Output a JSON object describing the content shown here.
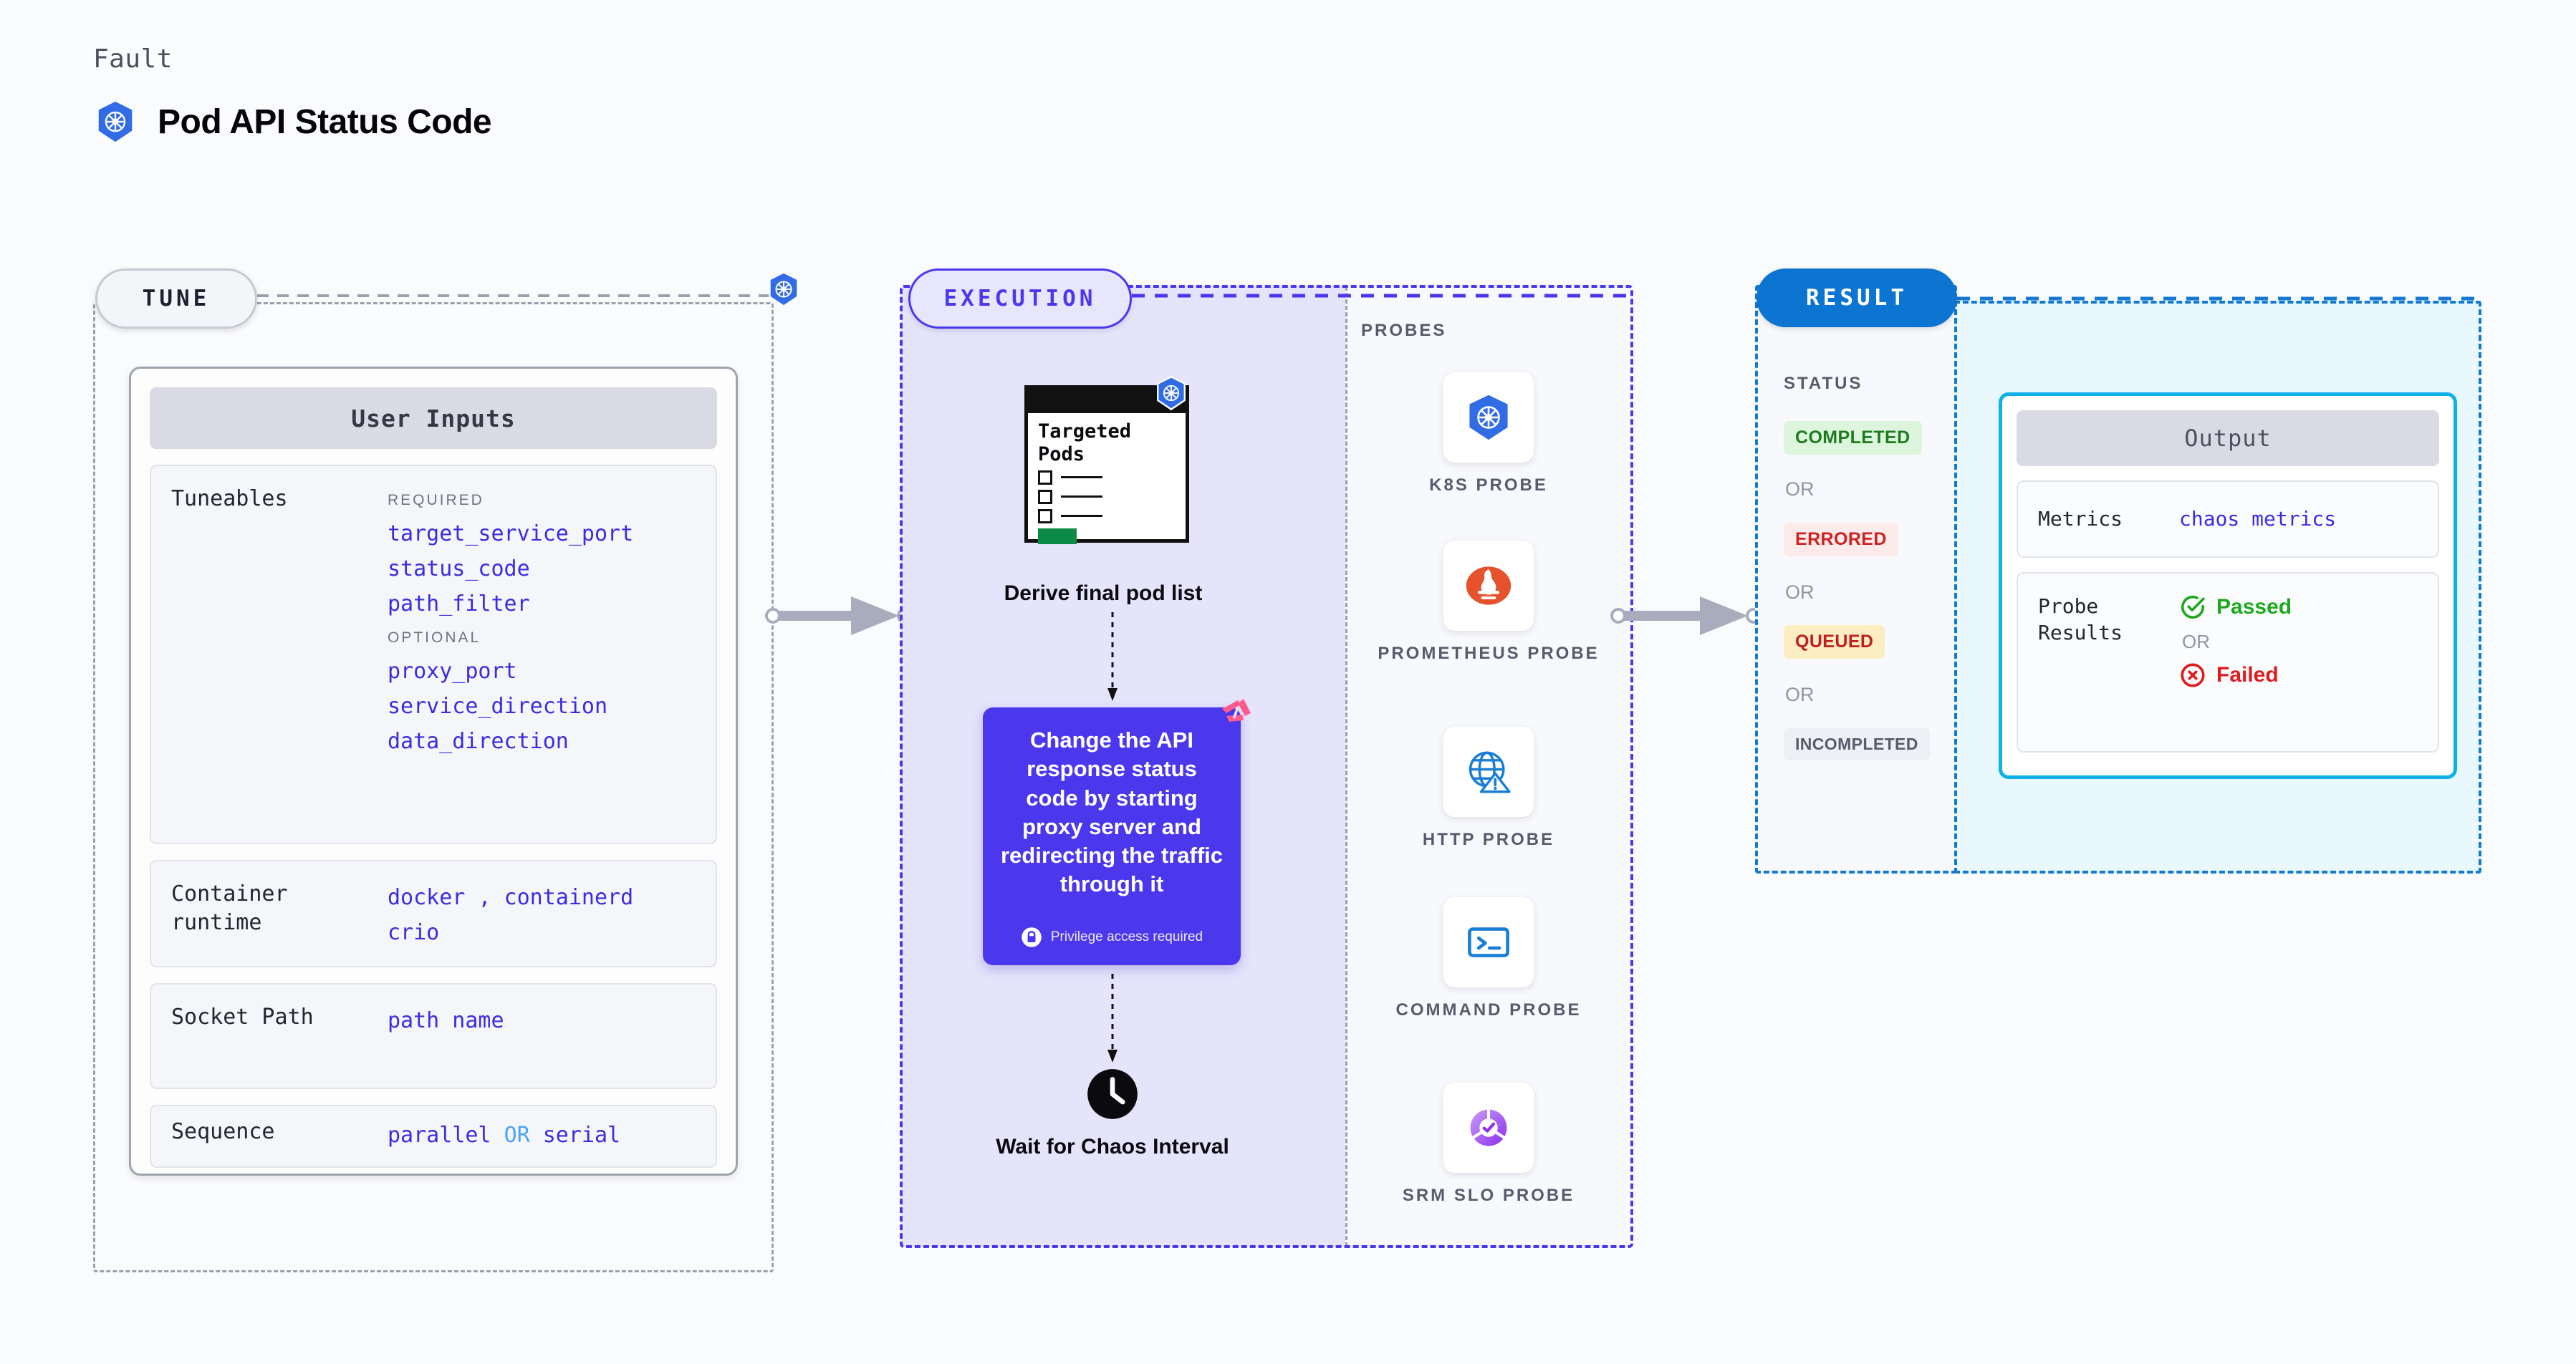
{
  "header": {
    "kicker": "Fault",
    "title": "Pod API Status Code",
    "logo_icon": "kubernetes-icon"
  },
  "tune": {
    "pill_label": "TUNE",
    "card_title": "User Inputs",
    "rows": [
      {
        "label": "Tuneables",
        "groups": [
          {
            "heading": "REQUIRED",
            "items": [
              "target_service_port",
              "status_code",
              "path_filter"
            ]
          },
          {
            "heading": "OPTIONAL",
            "items": [
              "proxy_port",
              "service_direction",
              "data_direction"
            ]
          }
        ]
      },
      {
        "label": "Container\nruntime",
        "values_line1": "docker",
        "separator": ",",
        "values_line1b": "containerd",
        "values_line2": "crio"
      },
      {
        "label": "Socket Path",
        "value": "path name"
      },
      {
        "label": "Sequence",
        "value_a": "parallel",
        "or": "OR",
        "value_b": "serial"
      }
    ],
    "badge_icon": "kubernetes-icon"
  },
  "execution": {
    "pill_label": "EXECUTION",
    "pod_list": {
      "title": "Targeted\nPods",
      "caption": "Derive final pod list",
      "badge_icon": "kubernetes-icon"
    },
    "action": {
      "text": "Change the API response status code by starting proxy server and redirecting the traffic through it",
      "privilege_note": "Privilege access required",
      "lock_icon": "lock-icon",
      "corner_icon": "harness-icon"
    },
    "wait": {
      "caption": "Wait for Chaos Interval",
      "icon": "clock-icon"
    },
    "probes": {
      "title": "PROBES",
      "items": [
        {
          "name": "K8S PROBE",
          "icon": "kubernetes-icon"
        },
        {
          "name": "PROMETHEUS PROBE",
          "icon": "prometheus-icon"
        },
        {
          "name": "HTTP PROBE",
          "icon": "globe-warning-icon"
        },
        {
          "name": "COMMAND PROBE",
          "icon": "terminal-icon"
        },
        {
          "name": "SRM SLO PROBE",
          "icon": "slo-donut-icon"
        }
      ]
    }
  },
  "result": {
    "pill_label": "RESULT",
    "status_title": "STATUS",
    "or_label": "OR",
    "statuses": [
      {
        "label": "COMPLETED",
        "bg": "#ddf5dd",
        "fg": "#1e7b1e"
      },
      {
        "label": "ERRORED",
        "bg": "#fdeaea",
        "fg": "#cc2222"
      },
      {
        "label": "QUEUED",
        "bg": "#fbeec2",
        "fg": "#c01f1f"
      },
      {
        "label": "INCOMPLETED",
        "bg": "#eef0f5",
        "fg": "#565c6c"
      }
    ],
    "output": {
      "title": "Output",
      "metrics_label": "Metrics",
      "metrics_value": "chaos metrics",
      "probe_label": "Probe\nResults",
      "passed": "Passed",
      "failed": "Failed",
      "or_label": "OR",
      "passed_icon": "check-circle-icon",
      "failed_icon": "x-circle-icon"
    }
  },
  "colors": {
    "brand_purple": "#4b38ed",
    "k8s_blue": "#326ce5",
    "result_blue": "#0b75d1",
    "output_cyan": "#0db1e8",
    "pass_green": "#1da81d",
    "fail_red": "#e01b1b",
    "harness_pink": "#ff5c8d"
  }
}
